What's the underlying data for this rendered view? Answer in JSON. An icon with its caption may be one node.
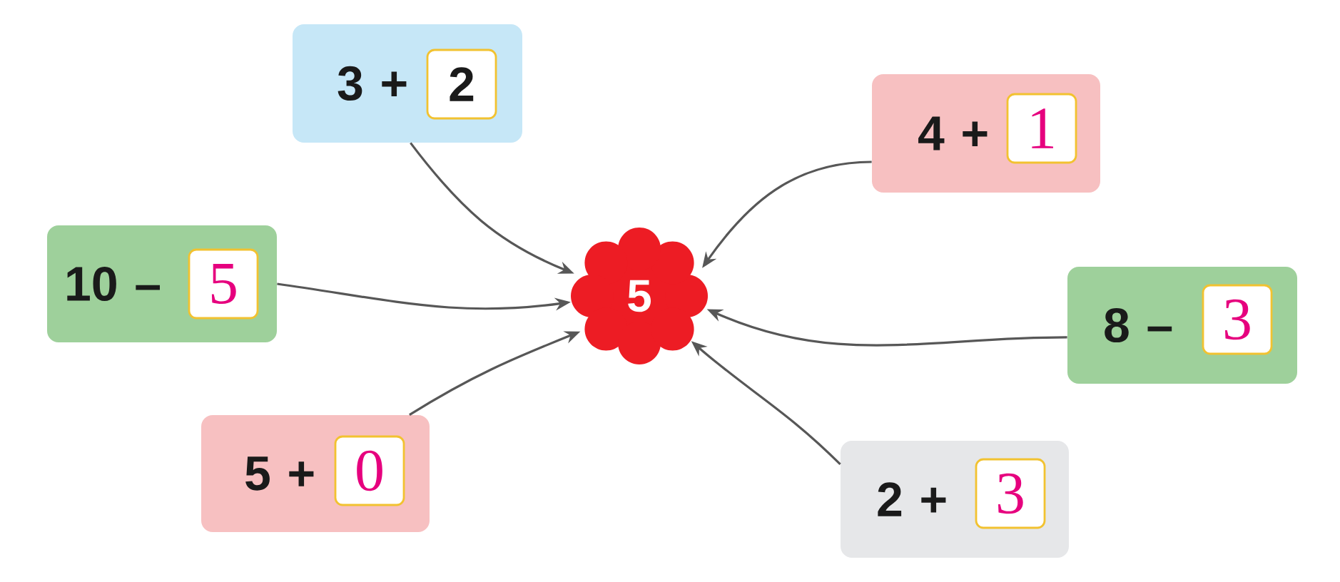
{
  "diagram": {
    "nodes": [
      {
        "text": [
          "3 +"
        ]
      },
      {
        "text": [
          "2"
        ],
        "in": 0
      },
      {
        "text": [
          "4 +"
        ]
      },
      {
        "text": [
          "1"
        ],
        "in": 2
      },
      {
        "text": [
          "10 –"
        ]
      },
      {
        "text": [
          "5"
        ],
        "in": 4
      },
      {
        "text": [
          "5"
        ]
      },
      {
        "text": [
          "8 –"
        ]
      },
      {
        "text": [
          "3"
        ],
        "in": 7
      },
      {
        "text": [
          "5 +"
        ]
      },
      {
        "text": [
          "0"
        ],
        "in": 9
      },
      {
        "text": [
          "2 +"
        ]
      },
      {
        "text": [
          "3"
        ],
        "in": 11
      }
    ],
    "edges": [
      {
        "from": 0,
        "to": 6,
        "arrow": "to"
      },
      {
        "from": 2,
        "to": 6,
        "arrow": "to"
      },
      {
        "from": 4,
        "to": 6,
        "arrow": "to"
      },
      {
        "from": 7,
        "to": 6,
        "arrow": "to"
      },
      {
        "from": 9,
        "to": 6,
        "arrow": "to"
      },
      {
        "from": 11,
        "to": 6,
        "arrow": "to"
      }
    ]
  }
}
